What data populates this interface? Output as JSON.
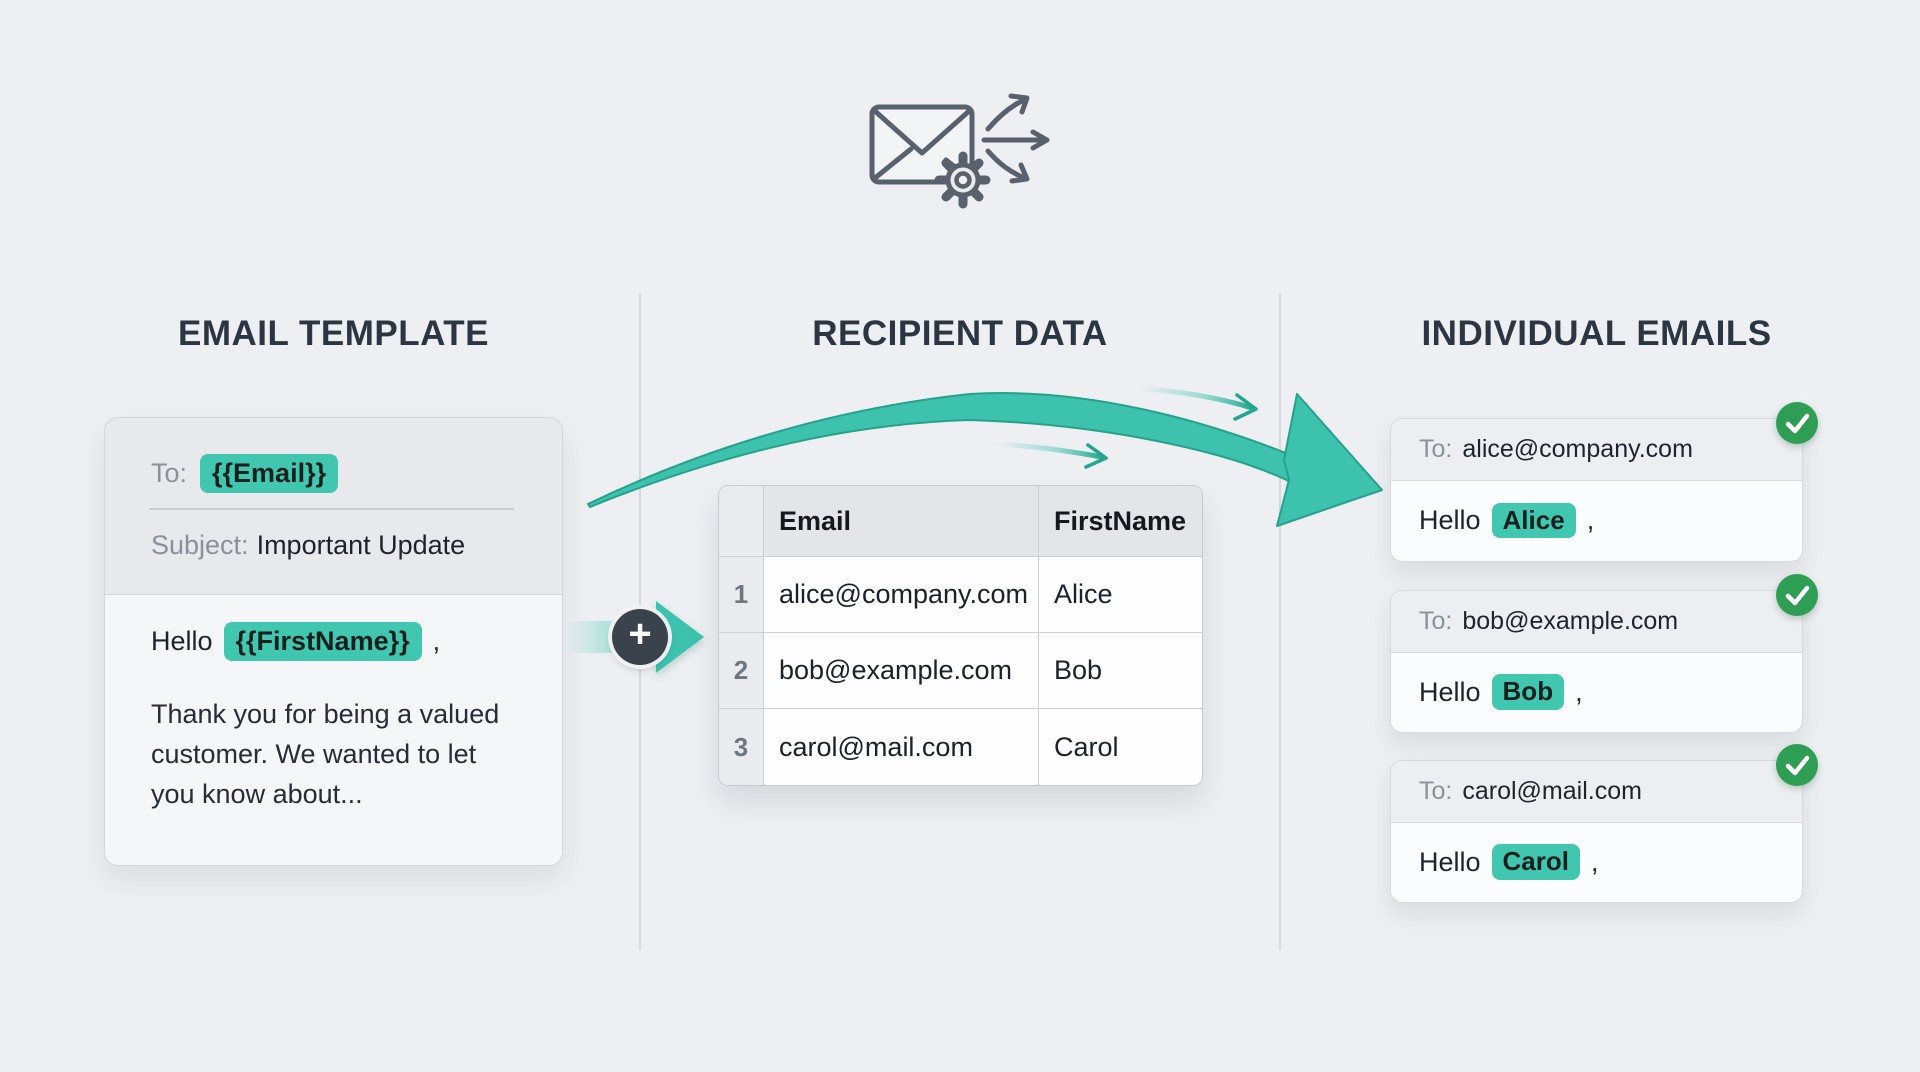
{
  "palette": {
    "accent_teal": "#41c7b0",
    "arrow_teal": "#3cc2ad",
    "arrow_edge_teal": "#25a18c",
    "success_green": "#2f9e55",
    "heading_color": "#2b3642"
  },
  "template_column": {
    "heading": "EMAIL TEMPLATE",
    "card": {
      "to_label": "To:",
      "to_token": "{{Email}}",
      "subject_label": "Subject:",
      "subject_value": "Important Update",
      "greeting_prefix": "Hello",
      "greeting_token": "{{FirstName}}",
      "greeting_comma": ",",
      "body_text": "Thank you for being a valued\ncustomer. We wanted to let\nyou know about..."
    }
  },
  "data_column": {
    "heading": "RECIPIENT DATA",
    "table": {
      "row_header": "",
      "headers": [
        "Email",
        "FirstName"
      ],
      "rows": [
        {
          "num": "1",
          "email": "alice@company.com",
          "first_name": "Alice"
        },
        {
          "num": "2",
          "email": "bob@example.com",
          "first_name": "Bob"
        },
        {
          "num": "3",
          "email": "carol@mail.com",
          "first_name": "Carol"
        }
      ]
    }
  },
  "emails_column": {
    "heading": "INDIVIDUAL EMAILS",
    "cards": [
      {
        "to_label": "To:",
        "to_value": "alice@company.com",
        "greeting_prefix": "Hello",
        "name": "Alice",
        "comma": ","
      },
      {
        "to_label": "To:",
        "to_value": "bob@example.com",
        "greeting_prefix": "Hello",
        "name": "Bob",
        "comma": ","
      },
      {
        "to_label": "To:",
        "to_value": "carol@mail.com",
        "greeting_prefix": "Hello",
        "name": "Carol",
        "comma": ","
      }
    ]
  },
  "connector": {
    "plus_label": "+"
  }
}
